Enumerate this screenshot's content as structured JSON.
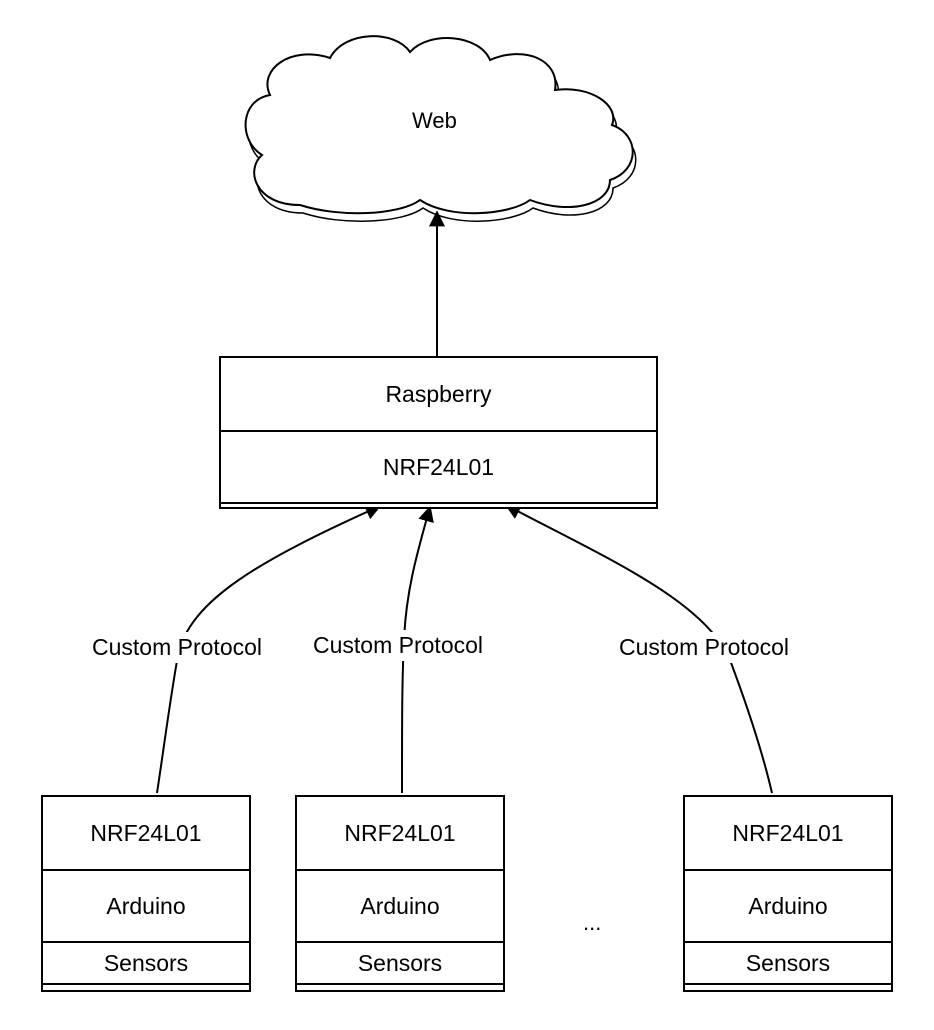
{
  "cloud": {
    "label": "Web"
  },
  "hub": {
    "top_label": "Raspberry",
    "bottom_label": "NRF24L01"
  },
  "nodes": [
    {
      "radio": "NRF24L01",
      "board": "Arduino",
      "sensors": "Sensors"
    },
    {
      "radio": "NRF24L01",
      "board": "Arduino",
      "sensors": "Sensors"
    },
    {
      "radio": "NRF24L01",
      "board": "Arduino",
      "sensors": "Sensors"
    }
  ],
  "links": [
    {
      "label": "Custom Protocol"
    },
    {
      "label": "Custom Protocol"
    },
    {
      "label": "Custom Protocol"
    }
  ],
  "ellipsis": "..."
}
